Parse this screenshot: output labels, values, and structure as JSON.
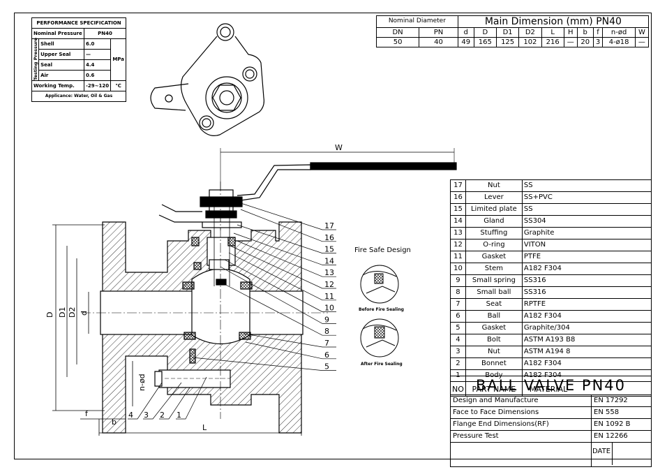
{
  "perf_spec": {
    "title": "PERFORMANCE SPECIFICATION",
    "nominal_pressure_label": "Nominal Pressure",
    "nominal_pressure_value": "PN40",
    "testing_pressure_label": "Testing Pressure",
    "rows": [
      {
        "name": "Shell",
        "value": "6.0"
      },
      {
        "name": "Upper Seal",
        "value": "—"
      },
      {
        "name": "Seal",
        "value": "4.4"
      },
      {
        "name": "Air",
        "value": "0.6"
      }
    ],
    "unit": "MPa",
    "working_temp_label": "Working Temp.",
    "working_temp_value": "-29~120",
    "working_temp_unit": "℃",
    "applicance": "Applicance: Water, Oil & Gas"
  },
  "dimensions": {
    "nominal_diameter_label": "Nominal Diameter",
    "title": "Main Dimension (mm) PN40",
    "headers": [
      "DN",
      "PN",
      "d",
      "D",
      "D1",
      "D2",
      "L",
      "H",
      "b",
      "f",
      "n-ød",
      "W"
    ],
    "values": [
      "50",
      "40",
      "49",
      "165",
      "125",
      "102",
      "216",
      "—",
      "20",
      "3",
      "4-ø18",
      "—"
    ]
  },
  "parts": [
    {
      "no": "17",
      "name": "Nut",
      "material": "SS"
    },
    {
      "no": "16",
      "name": "Lever",
      "material": "SS+PVC"
    },
    {
      "no": "15",
      "name": "Limited plate",
      "material": "SS"
    },
    {
      "no": "14",
      "name": "Gland",
      "material": "SS304"
    },
    {
      "no": "13",
      "name": "Stuffing",
      "material": "Graphite"
    },
    {
      "no": "12",
      "name": "O-ring",
      "material": "VITON"
    },
    {
      "no": "11",
      "name": "Gasket",
      "material": "PTFE"
    },
    {
      "no": "10",
      "name": "Stem",
      "material": "A182 F304"
    },
    {
      "no": "9",
      "name": "Small spring",
      "material": "SS316"
    },
    {
      "no": "8",
      "name": "Small ball",
      "material": "SS316"
    },
    {
      "no": "7",
      "name": "Seat",
      "material": "RPTFE"
    },
    {
      "no": "6",
      "name": "Ball",
      "material": "A182 F304"
    },
    {
      "no": "5",
      "name": "Gasket",
      "material": "Graphite/304"
    },
    {
      "no": "4",
      "name": "Bolt",
      "material": "ASTM A193 B8"
    },
    {
      "no": "3",
      "name": "Nut",
      "material": "ASTM A194 8"
    },
    {
      "no": "2",
      "name": "Bonnet",
      "material": "A182 F304"
    },
    {
      "no": "1",
      "name": "Body",
      "material": "A182 F304"
    }
  ],
  "parts_header": {
    "no": "NO",
    "name": "PART NAME",
    "material": "MATERIAL"
  },
  "title_block": {
    "title": "BALL VALVE PN40",
    "rows": [
      {
        "label": "Design and Manufacture",
        "std": "EN 17292"
      },
      {
        "label": "Face to Face Dimensions",
        "std": "EN 558"
      },
      {
        "label": "Flange End Dimensions(RF)",
        "std": "EN 1092 B"
      },
      {
        "label": "Pressure Test",
        "std": "EN 12266"
      }
    ],
    "date_label": "DATE"
  },
  "drawing": {
    "fire_safe_title": "Fire Safe Design",
    "before_label": "Before Fire Sealing",
    "after_label": "After Fire Sealing",
    "dim_W": "W",
    "dim_D": "D",
    "dim_D1": "D1",
    "dim_D2": "D2",
    "dim_d": "d",
    "dim_nd": "n-ød",
    "dim_f": "f",
    "dim_b": "b",
    "dim_L": "L",
    "callouts_right": [
      "17",
      "16",
      "15",
      "14",
      "13",
      "12",
      "11",
      "10",
      "9",
      "8",
      "7",
      "6",
      "5"
    ],
    "callouts_left": [
      "4",
      "3",
      "2",
      "1"
    ]
  }
}
